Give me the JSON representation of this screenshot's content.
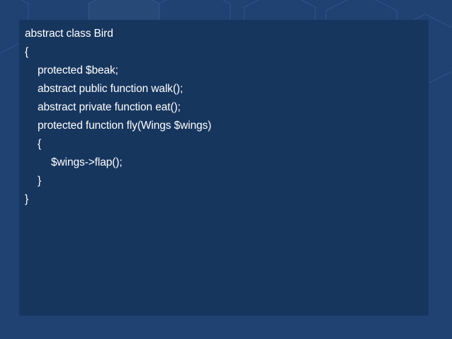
{
  "slide": {
    "background_color": "#1f4273",
    "panel_color": "#17365e",
    "code_lines": [
      {
        "text": "abstract class Bird",
        "indent": 0
      },
      {
        "text": "{",
        "indent": 0
      },
      {
        "text": "protected $beak;",
        "indent": 1
      },
      {
        "text": "abstract public function walk();",
        "indent": 1
      },
      {
        "text": "abstract private function eat();",
        "indent": 1
      },
      {
        "text": "protected function fly(Wings $wings)",
        "indent": 1
      },
      {
        "text": "{",
        "indent": 1
      },
      {
        "text": "$wings->flap();",
        "indent": 2
      },
      {
        "text": "}",
        "indent": 1
      },
      {
        "text": "}",
        "indent": 0
      }
    ]
  }
}
